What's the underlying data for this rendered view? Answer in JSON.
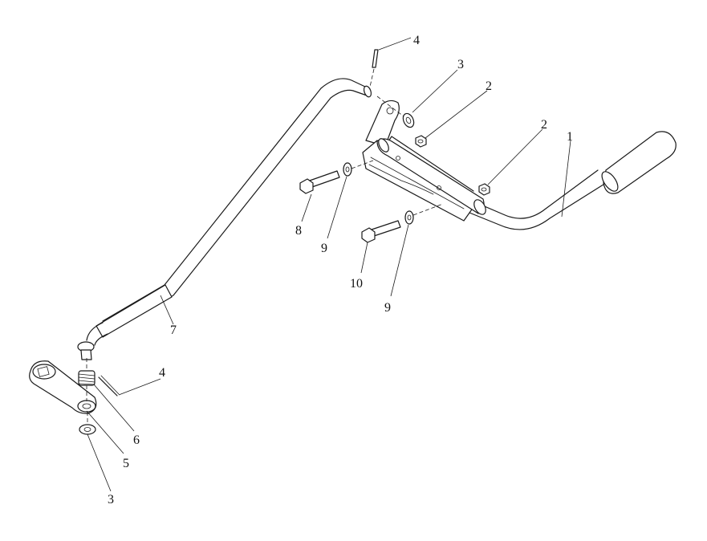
{
  "callouts": [
    {
      "id": "c4-top",
      "text": "4"
    },
    {
      "id": "c3-top",
      "text": "3"
    },
    {
      "id": "c2-a",
      "text": "2"
    },
    {
      "id": "c2-b",
      "text": "2"
    },
    {
      "id": "c1",
      "text": "1"
    },
    {
      "id": "c8",
      "text": "8"
    },
    {
      "id": "c9-a",
      "text": "9"
    },
    {
      "id": "c10",
      "text": "10"
    },
    {
      "id": "c9-b",
      "text": "9"
    },
    {
      "id": "c7",
      "text": "7"
    },
    {
      "id": "c4-bottom",
      "text": "4"
    },
    {
      "id": "c6",
      "text": "6"
    },
    {
      "id": "c5",
      "text": "5"
    },
    {
      "id": "c3-bottom",
      "text": "3"
    }
  ]
}
